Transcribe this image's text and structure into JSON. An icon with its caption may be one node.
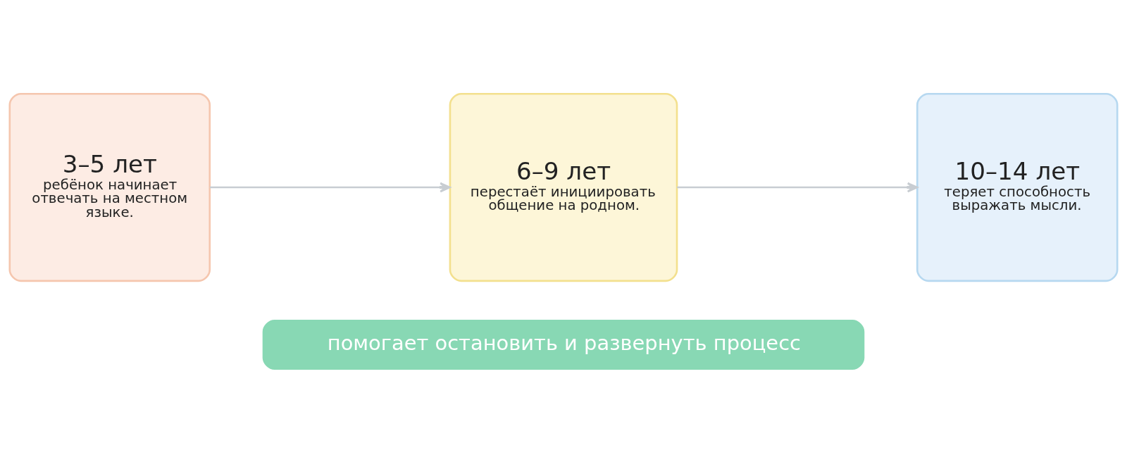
{
  "diagram": {
    "nodes": [
      {
        "text": [
          "3–5 лет",
          "ребёнок начинает отвечать на местном языке."
        ]
      },
      {
        "text": [
          "6–9 лет",
          "перестаёт инициировать общение на родном."
        ]
      },
      {
        "text": [
          "10–14 лет",
          "теряет способность выражать мысли."
        ]
      },
      {
        "text": [
          "помогает остановить и развернуть процесс"
        ]
      }
    ],
    "edges": [
      {
        "from": 0,
        "to": 1,
        "arrow": "to"
      },
      {
        "from": 1,
        "to": 2,
        "arrow": "to"
      }
    ]
  }
}
